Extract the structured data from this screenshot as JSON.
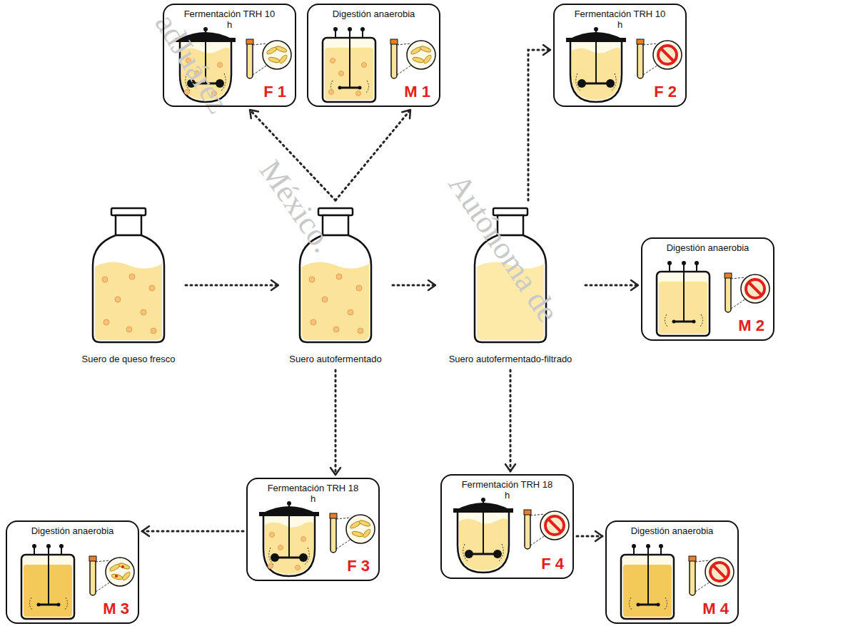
{
  "diagram": {
    "nodes": [
      {
        "text": [
          "Fermentación TRH 10 h",
          "F 1"
        ]
      },
      {
        "text": [
          "Digestión anaerobia",
          "M 1"
        ]
      },
      {
        "text": [
          "Fermentación TRH 10 h",
          "F 2"
        ]
      },
      {
        "text": [
          "Suero de queso fresco"
        ]
      },
      {
        "text": [
          "Suero autofermentado"
        ]
      },
      {
        "text": [
          "Suero autofermentado-filtrado"
        ]
      },
      {
        "text": [
          "Digestión anaerobia",
          "M 2"
        ]
      },
      {
        "text": [
          "Digestión anaerobia",
          "M 3"
        ]
      },
      {
        "text": [
          "Fermentación TRH 18 h",
          "F 3"
        ]
      },
      {
        "text": [
          "Fermentación TRH 18 h",
          "F 4"
        ]
      },
      {
        "text": [
          "Digestión anaerobia",
          "M 4"
        ]
      }
    ],
    "edges": [
      {
        "from": 3,
        "to": 4,
        "arrow": "to"
      },
      {
        "from": 4,
        "to": 0,
        "arrow": "to"
      },
      {
        "from": 4,
        "to": 1,
        "arrow": "to"
      },
      {
        "from": 4,
        "to": 5,
        "arrow": "to"
      },
      {
        "from": 5,
        "to": 2,
        "arrow": "to"
      },
      {
        "from": 5,
        "to": 6,
        "arrow": "to"
      },
      {
        "from": 4,
        "to": 8,
        "arrow": "to"
      },
      {
        "from": 8,
        "to": 7,
        "arrow": "to"
      },
      {
        "from": 5,
        "to": 9,
        "arrow": "to"
      },
      {
        "from": 9,
        "to": 10,
        "arrow": "to"
      }
    ],
    "labels": [
      "adJuárez",
      "México.",
      "Autónoma de"
    ]
  }
}
